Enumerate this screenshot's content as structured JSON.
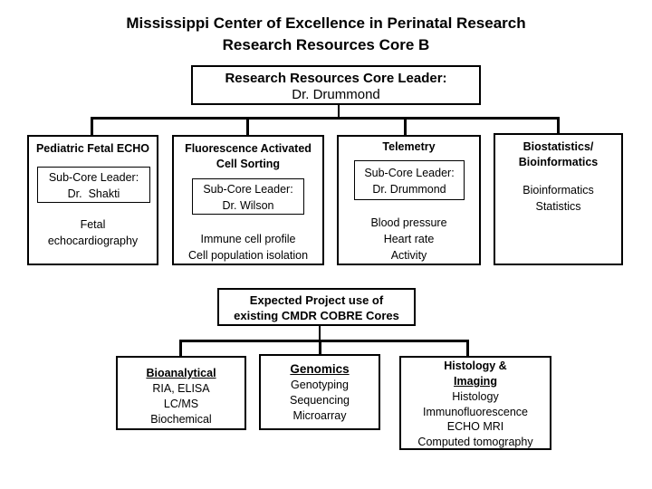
{
  "title": {
    "line1": "Mississippi Center of Excellence in Perinatal Research",
    "line2": "Research Resources Core B"
  },
  "leader": {
    "label": "Research Resources Core Leader:",
    "name": "Dr. Drummond"
  },
  "cores": [
    {
      "title": "Pediatric Fetal ECHO",
      "subcore_label": "Sub-Core Leader:",
      "subcore_name": "Dr.  Shakti",
      "items": [
        "Fetal",
        "echocardiography"
      ]
    },
    {
      "title_line1": "Fluorescence Activated",
      "title_line2": "Cell Sorting",
      "subcore_label": "Sub-Core Leader:",
      "subcore_name": "Dr. Wilson",
      "items": [
        "Immune cell profile",
        "Cell population isolation"
      ]
    },
    {
      "title": "Telemetry",
      "subcore_label": "Sub-Core Leader:",
      "subcore_name": "Dr. Drummond",
      "items": [
        "Blood pressure",
        "Heart rate",
        "Activity"
      ]
    },
    {
      "title_line1": "Biostatistics/",
      "title_line2": "Bioinformatics",
      "items": [
        "Bioinformatics",
        "Statistics"
      ]
    }
  ],
  "expected": {
    "line1": "Expected Project use of",
    "line2": "existing CMDR COBRE Cores"
  },
  "cobre": [
    {
      "title": "Bioanalytical",
      "items": [
        "RIA, ELISA",
        "LC/MS",
        "Biochemical"
      ]
    },
    {
      "title": "Genomics",
      "items": [
        "Genotyping",
        "Sequencing",
        "Microarray"
      ]
    },
    {
      "title_line1": "Histology &",
      "title_line2": "Imaging",
      "items": [
        "Histology",
        "Immunofluorescence",
        "ECHO MRI",
        "Computed tomography"
      ]
    }
  ]
}
